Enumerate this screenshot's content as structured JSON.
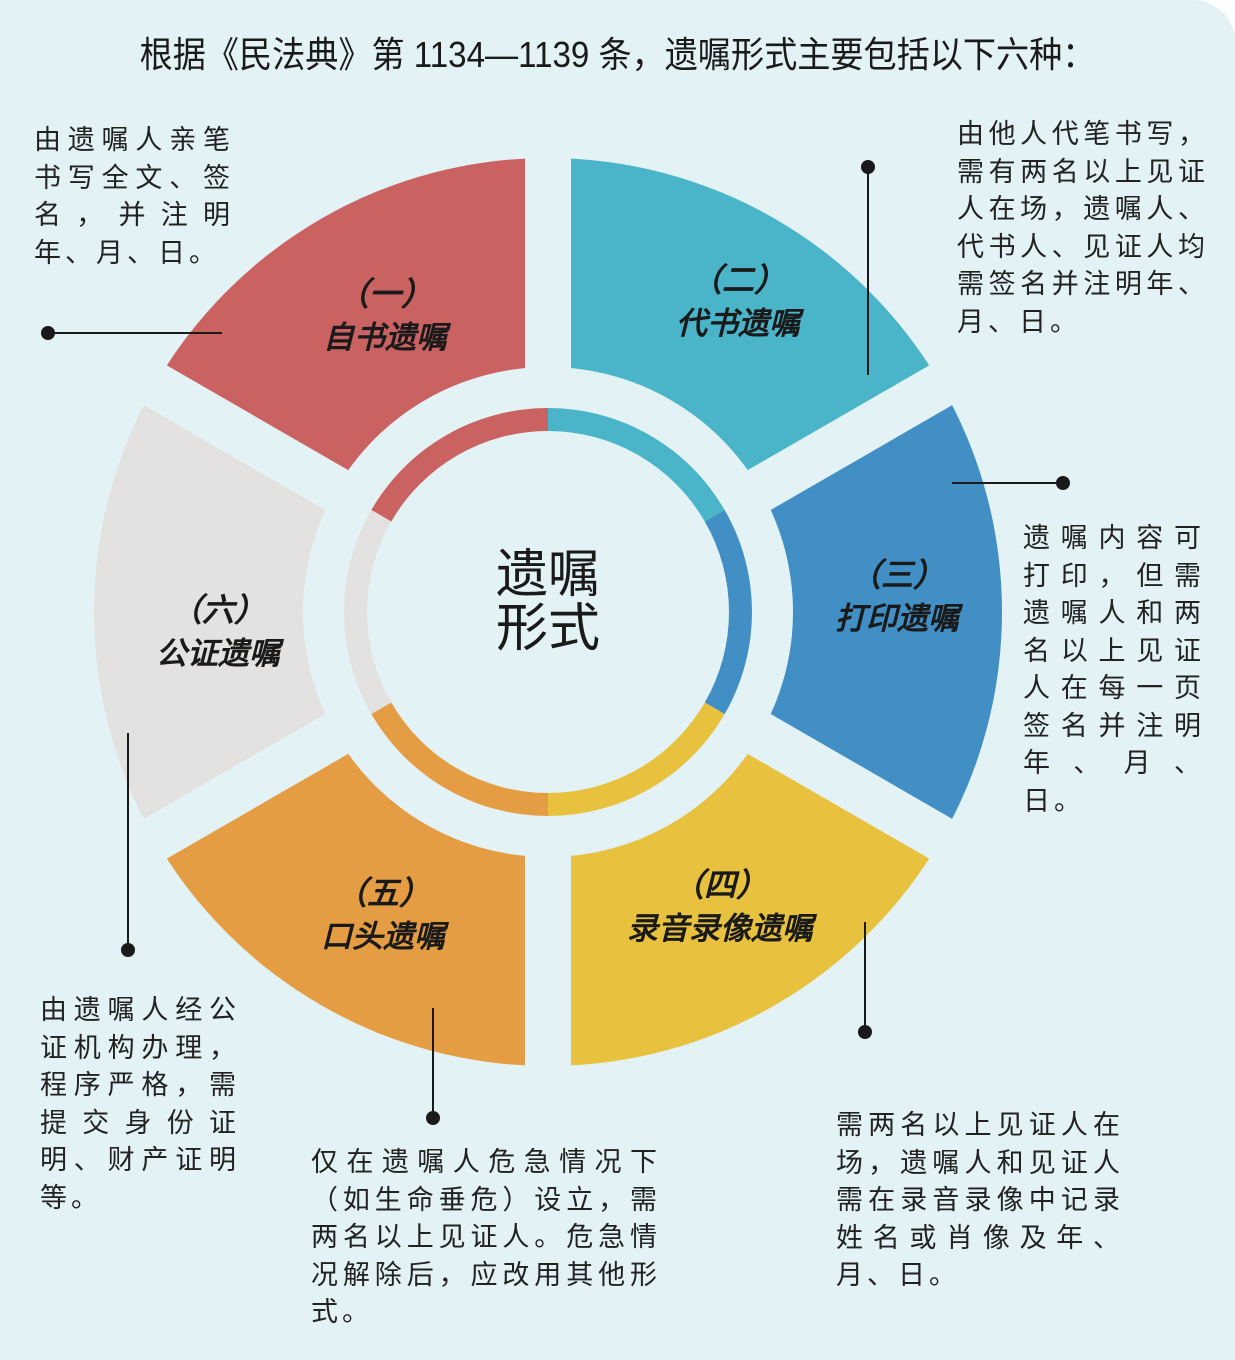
{
  "title": "根据《民法典》第 1134—1139 条，遗嘱形式主要包括以下六种：",
  "center_label": "遗嘱形式",
  "colors": {
    "background": "#e2f2f5",
    "red": "#cb6262",
    "teal": "#4ab4c9",
    "blue": "#418fc5",
    "yellow": "#e8c13e",
    "orange": "#e59d44",
    "grey": "#e3e2e0"
  },
  "forms": [
    {
      "num": "（一）",
      "name": "自书遗嘱",
      "desc": "由遗嘱人亲笔书写全文、签名，并注明年、月、日。"
    },
    {
      "num": "（二）",
      "name": "代书遗嘱",
      "desc": "由他人代笔书写，需有两名以上见证人在场，遗嘱人、代书人、见证人均需签名并注明年、月、日。"
    },
    {
      "num": "（三）",
      "name": "打印遗嘱",
      "desc": "遗嘱内容可打印，但需遗嘱人和两名以上见证人在每一页签名并注明年、月、日。"
    },
    {
      "num": "（四）",
      "name": "录音录像遗嘱",
      "desc": "需两名以上见证人在场，遗嘱人和见证人需在录音录像中记录姓名或肖像及年、月、日。"
    },
    {
      "num": "（五）",
      "name": "口头遗嘱",
      "desc": "仅在遗嘱人危急情况下（如生命垂危）设立，需两名以上见证人。危急情况解除后，应改用其他形式。"
    },
    {
      "num": "（六）",
      "name": "公证遗嘱",
      "desc": "由遗嘱人经公证机构办理，程序严格，需提交身份证明、财产证明等。"
    }
  ]
}
